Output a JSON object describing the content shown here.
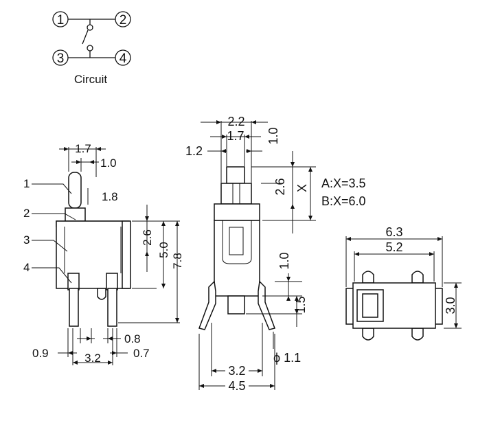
{
  "circuit": {
    "terminals": [
      "1",
      "2",
      "3",
      "4"
    ],
    "caption": "Circuit"
  },
  "front_view": {
    "callouts": [
      "1",
      "2",
      "3",
      "4"
    ],
    "dims": {
      "d_1_7": "1.7",
      "d_1_0": "1.0",
      "d_1_8": "1.8",
      "d_2_6": "2.6",
      "d_5_0": "5.0",
      "d_7_8": "7.8",
      "d_0_9": "0.9",
      "d_0_8": "0.8",
      "d_3_2": "3.2",
      "d_0_7": "0.7"
    }
  },
  "side_view": {
    "dims": {
      "d_2_2": "2.2",
      "d_1_7": "1.7",
      "d_1_2": "1.2",
      "d_1_0_top": "1.0",
      "d_2_6": "2.6",
      "d_x": "X",
      "d_1_0_mid": "1.0",
      "d_1_5": "1.5",
      "d_3_2": "3.2",
      "d_4_5": "4.5",
      "d_phi": "ϕ 1.1"
    },
    "variants": [
      "A:X=3.5",
      "B:X=6.0"
    ]
  },
  "top_view": {
    "dims": {
      "d_6_3": "6.3",
      "d_5_2": "5.2",
      "d_3_0": "3.0"
    }
  }
}
